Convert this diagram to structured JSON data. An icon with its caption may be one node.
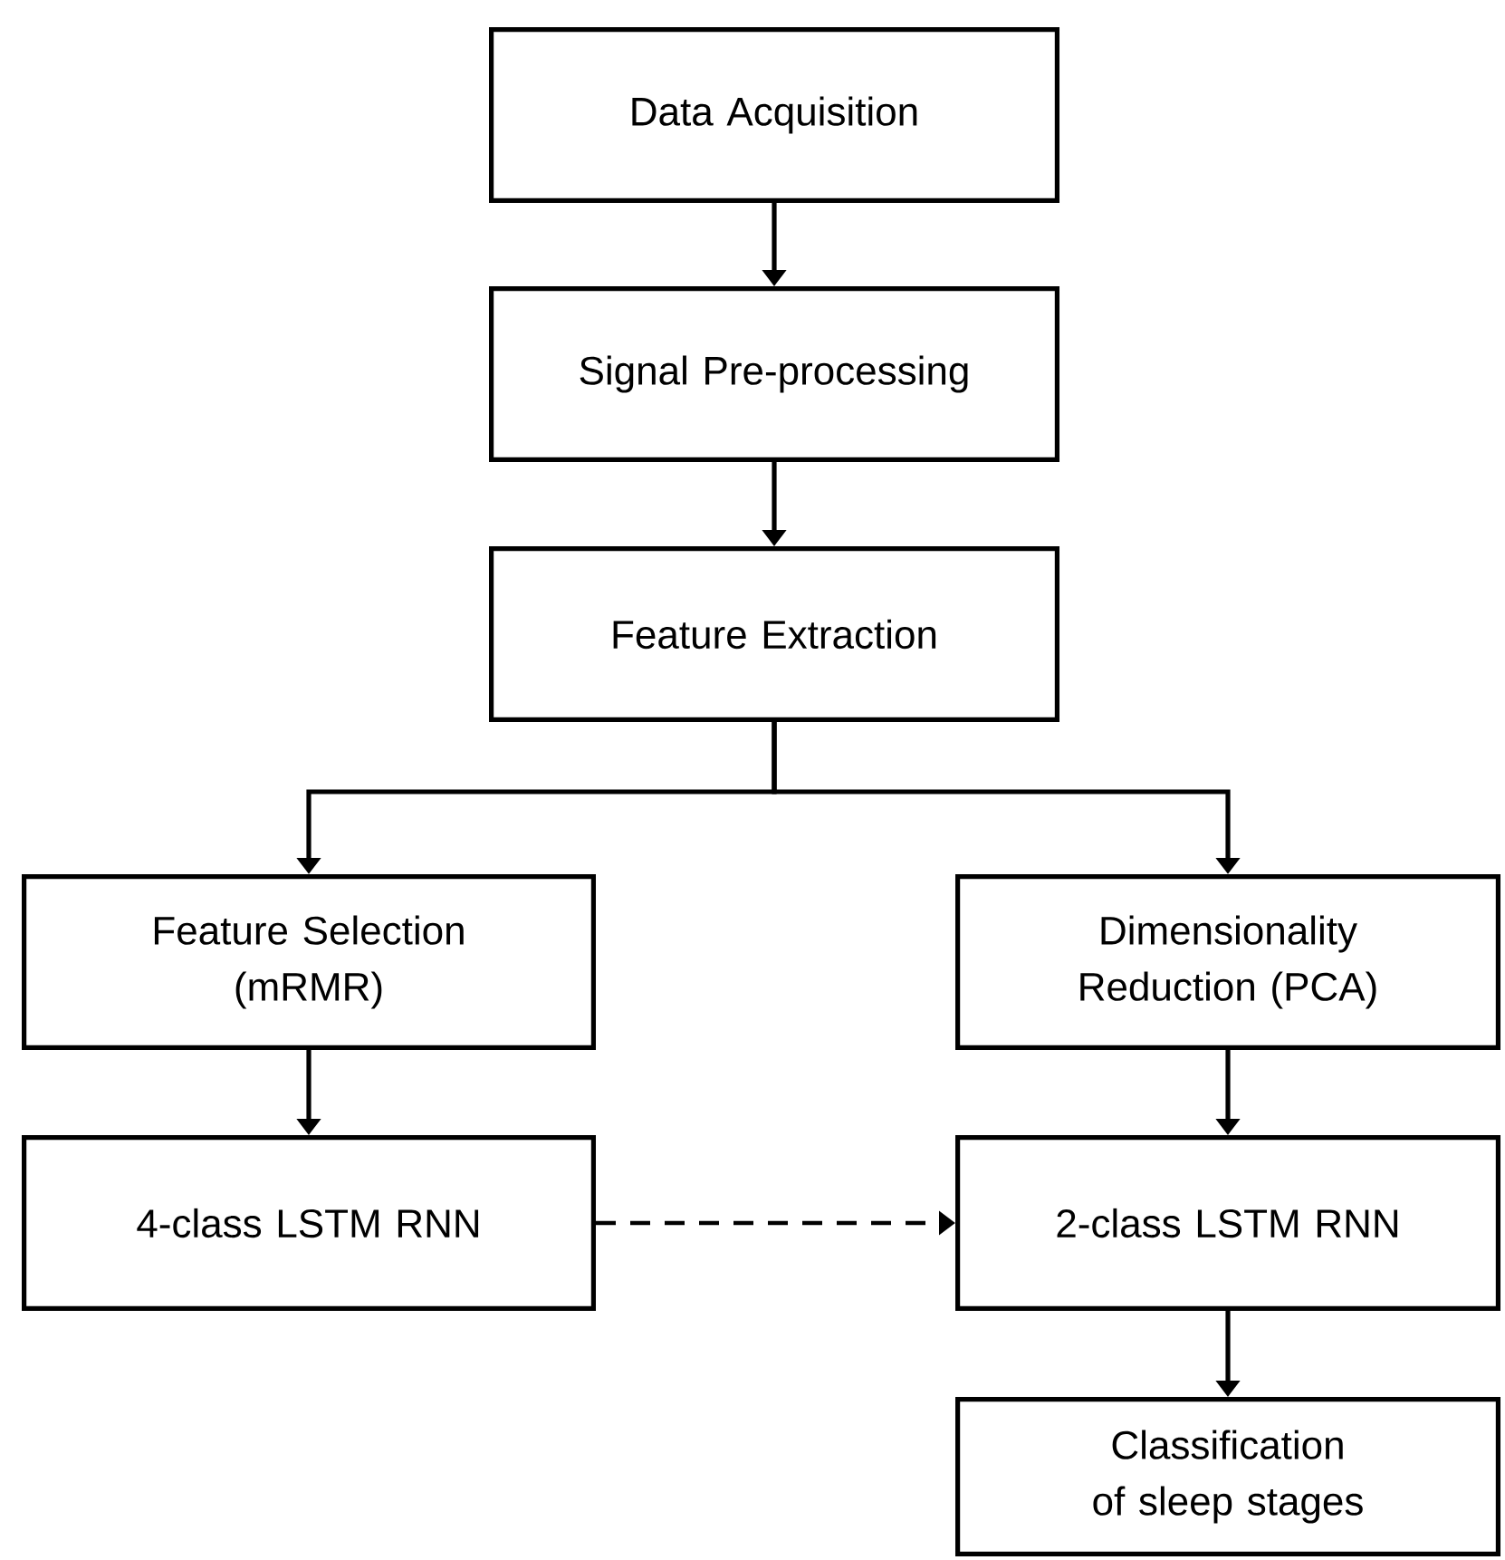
{
  "diagram": {
    "nodes": [
      {
        "text": [
          "Data Acquisition"
        ]
      },
      {
        "text": [
          "Signal Pre-processing"
        ]
      },
      {
        "text": [
          "Feature Extraction"
        ]
      },
      {
        "text": [
          "Feature Selection (mRMR)"
        ]
      },
      {
        "text": [
          "Dimensionality Reduction (PCA)"
        ]
      },
      {
        "text": [
          "4-class LSTM RNN"
        ]
      },
      {
        "text": [
          "2-class LSTM RNN"
        ]
      },
      {
        "text": [
          "Classification of sleep stages"
        ]
      }
    ],
    "edges": [
      {
        "from": 0,
        "to": 1,
        "arrow": "to"
      },
      {
        "from": 1,
        "to": 2,
        "arrow": "to"
      },
      {
        "from": 2,
        "to": 3,
        "arrow": "to"
      },
      {
        "from": 2,
        "to": 4,
        "arrow": "to"
      },
      {
        "from": 3,
        "to": 5,
        "arrow": "to"
      },
      {
        "from": 4,
        "to": 6,
        "arrow": "to"
      },
      {
        "from": 5,
        "to": 6,
        "arrow": "to",
        "style": "dashed"
      },
      {
        "from": 6,
        "to": 7,
        "arrow": "to"
      }
    ]
  }
}
